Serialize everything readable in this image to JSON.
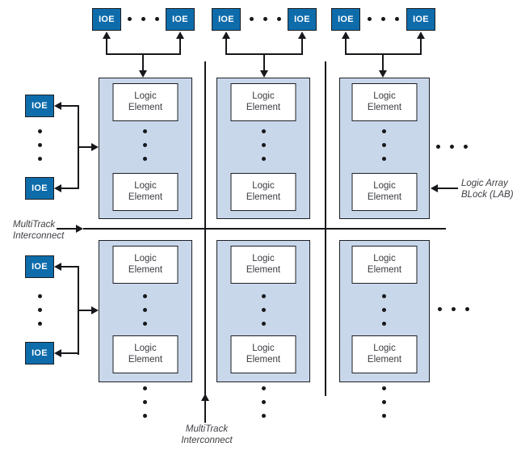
{
  "blocks": {
    "ioe_label": "IOE",
    "logic_element_line1": "Logic",
    "logic_element_line2": "Element"
  },
  "annotations": {
    "multitrack_left_line1": "MultiTrack",
    "multitrack_left_line2": "Interconnect",
    "multitrack_bottom_line1": "MultiTrack",
    "multitrack_bottom_line2": "Interconnect",
    "lab_callout_line1": "Logic Array",
    "lab_callout_line2": "BLock (LAB)"
  },
  "colors": {
    "background": "#ffffff",
    "ioe_fill": "#0e6cab",
    "ioe_text": "#ffffff",
    "lab_fill": "#c9d7eb",
    "logic_element_fill": "#ffffff",
    "logic_text": "#3a3b40",
    "border": "#1d1f23",
    "line": "#17181b",
    "annotation_text": "#3d3e44"
  }
}
